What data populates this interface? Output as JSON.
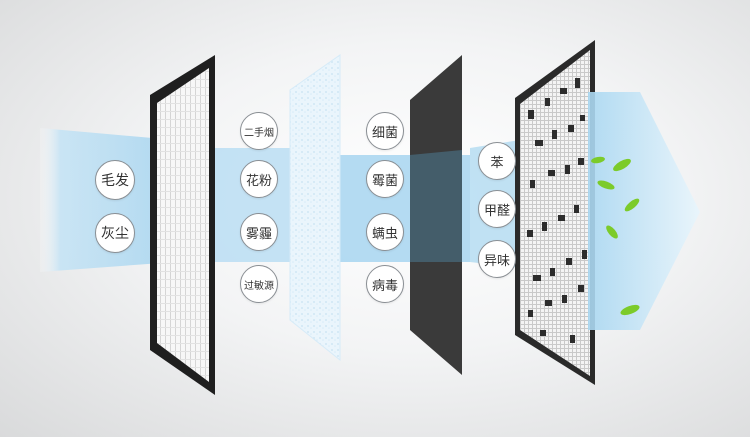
{
  "stages": [
    {
      "name": "pre-filter",
      "labels": [
        "毛发",
        "灰尘"
      ]
    },
    {
      "name": "cotton-filter",
      "labels": [
        "二手烟",
        "花粉",
        "雾霾",
        "过敏源"
      ]
    },
    {
      "name": "hepa-filter",
      "labels": [
        "细菌",
        "霉菌",
        "螨虫",
        "病毒"
      ]
    },
    {
      "name": "carbon-filter",
      "labels": [
        "苯",
        "甲醛",
        "异味"
      ]
    }
  ],
  "colors": {
    "airflow": "#a6d4ee",
    "airflow_light": "#e3f2fb",
    "frame": "#2b2b2b",
    "leaf": "#7ccb2a"
  }
}
